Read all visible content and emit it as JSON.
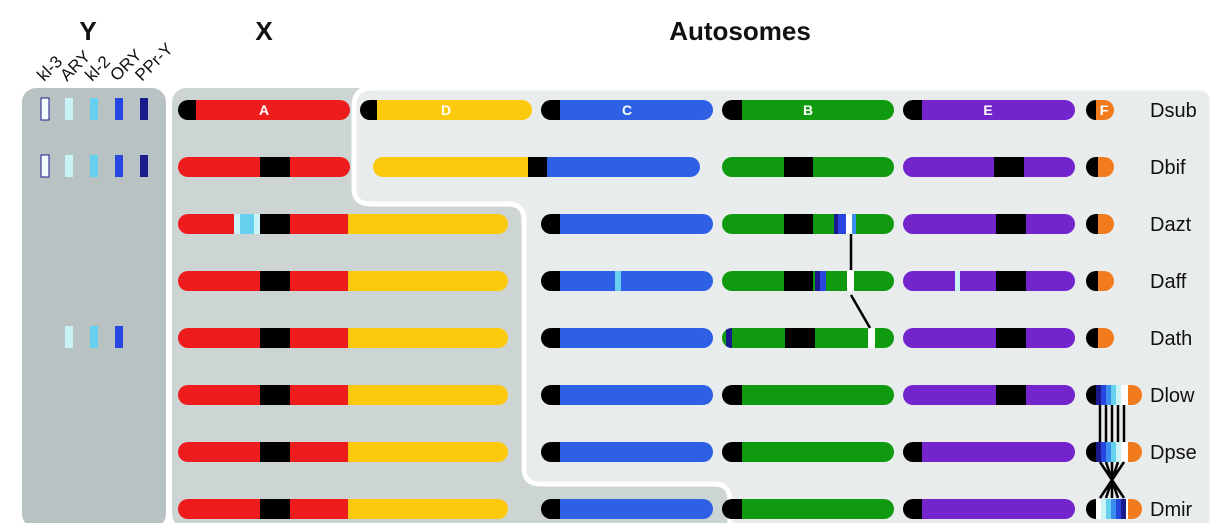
{
  "headers": {
    "y": "Y",
    "x": "X",
    "autosomes": "Autosomes"
  },
  "y_genes": [
    "kl-3",
    "ARY",
    "kl-2",
    "ORY",
    "PPr-Y"
  ],
  "species": [
    "Dsub",
    "Dbif",
    "Dazt",
    "Daff",
    "Dath",
    "Dlow",
    "Dpse",
    "Dmir"
  ],
  "muller_elements": [
    "A",
    "D",
    "C",
    "B",
    "E",
    "F"
  ],
  "colors": {
    "A": "#ee1c1c",
    "B": "#109a10",
    "C": "#2e60e6",
    "D": "#fdc90c",
    "E": "#7424cc",
    "F": "#f27b1e",
    "centromere": "#000000",
    "y_panel": "#b9c2c2",
    "x_panel": "#cdd4d4",
    "autosome_panel": "#e9ecec",
    "gene_light": "#c9f3f7",
    "gene_mid": "#66d0ef",
    "gene_blue": "#3a8ef0",
    "gene_dark": "#2746e0",
    "gene_navy": "#1a1a8c"
  },
  "y_gene_presence": {
    "Dsub": 5,
    "Dbif": 5,
    "Dath": 3
  }
}
